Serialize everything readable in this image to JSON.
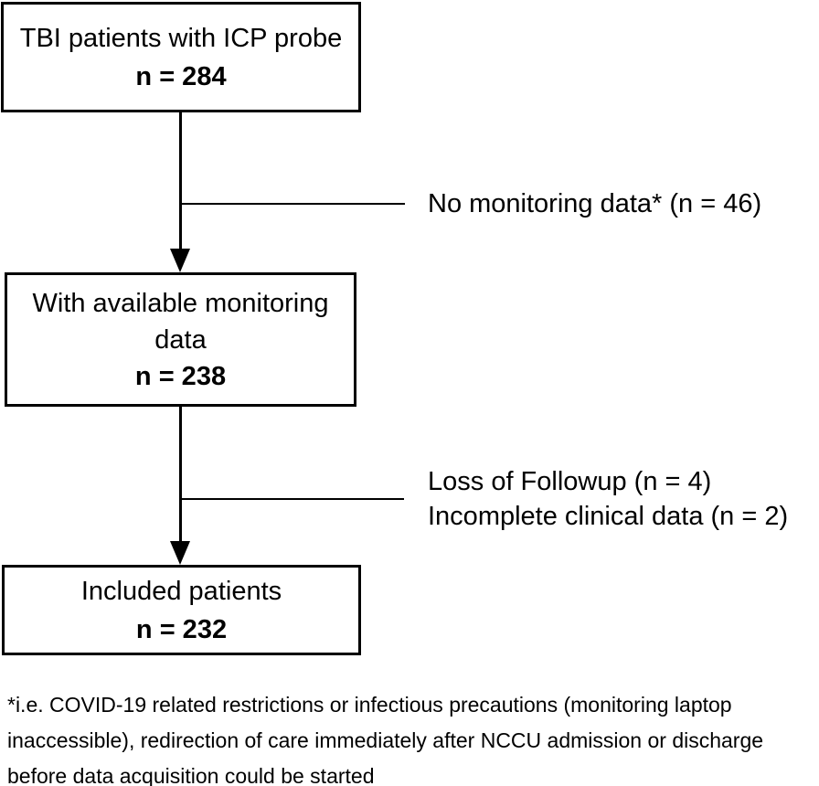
{
  "diagram": {
    "boxes": [
      {
        "title_line1": "TBI patients with ICP probe",
        "count": "n = 284"
      },
      {
        "title_line1": "With available monitoring",
        "title_line2": "data",
        "count": "n = 238"
      },
      {
        "title_line1": "Included patients",
        "count": "n = 232"
      }
    ],
    "exclusions": [
      {
        "line1": "No monitoring data* (n = 46)"
      },
      {
        "line1": "Loss of Followup (n = 4)",
        "line2": "Incomplete clinical data (n = 2)"
      }
    ],
    "footnote": {
      "line1": "*i.e. COVID-19 related restrictions or infectious precautions (monitoring laptop",
      "line2": "inaccessible), redirection of care immediately after NCCU admission or discharge",
      "line3": "before data acquisition could be started"
    },
    "colors": {
      "stroke": "#000000",
      "text": "#000000",
      "background": "#ffffff"
    }
  }
}
